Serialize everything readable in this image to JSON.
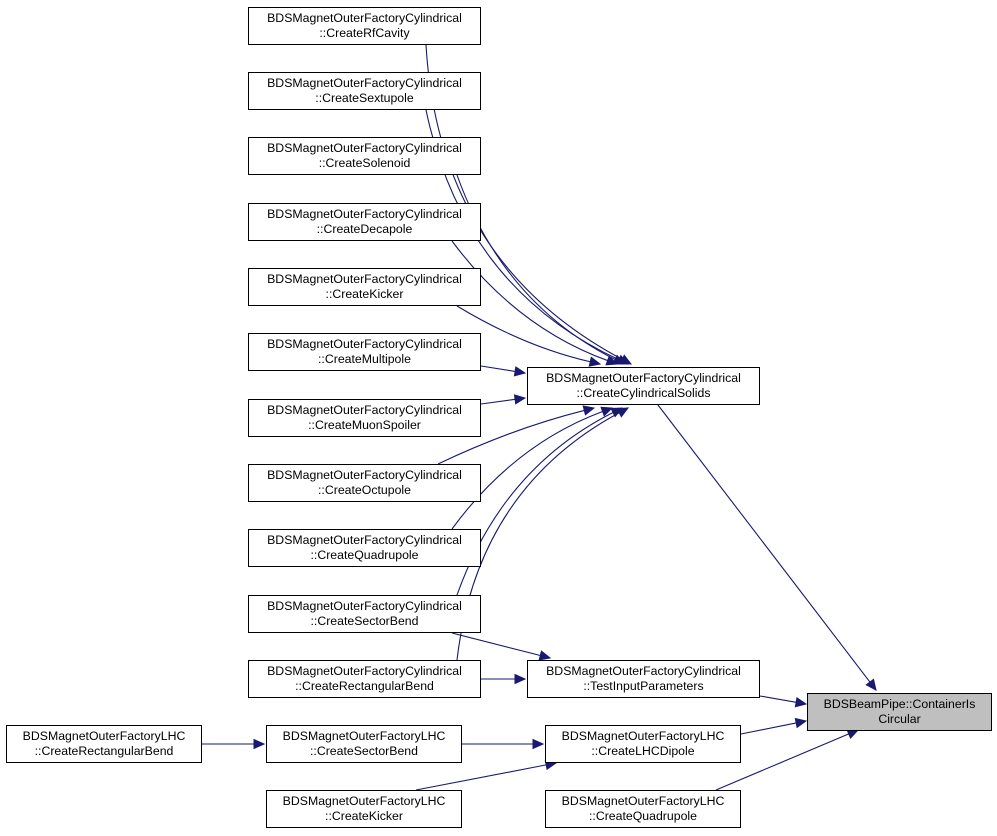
{
  "colors": {
    "edge": "#191970",
    "border": "#000000",
    "node_fill": "#ffffff",
    "root_fill": "#bfbfbf"
  },
  "nodes": {
    "root": {
      "line1": "BDSBeamPipe::ContainerIs",
      "line2": "Circular"
    },
    "cylSolids": {
      "line1": "BDSMagnetOuterFactoryCylindrical",
      "line2": "::CreateCylindricalSolids"
    },
    "testInput": {
      "line1": "BDSMagnetOuterFactoryCylindrical",
      "line2": "::TestInputParameters"
    },
    "rfCavity": {
      "line1": "BDSMagnetOuterFactoryCylindrical",
      "line2": "::CreateRfCavity"
    },
    "sextupole": {
      "line1": "BDSMagnetOuterFactoryCylindrical",
      "line2": "::CreateSextupole"
    },
    "solenoid": {
      "line1": "BDSMagnetOuterFactoryCylindrical",
      "line2": "::CreateSolenoid"
    },
    "decapole": {
      "line1": "BDSMagnetOuterFactoryCylindrical",
      "line2": "::CreateDecapole"
    },
    "kicker": {
      "line1": "BDSMagnetOuterFactoryCylindrical",
      "line2": "::CreateKicker"
    },
    "multipole": {
      "line1": "BDSMagnetOuterFactoryCylindrical",
      "line2": "::CreateMultipole"
    },
    "muonSpoiler": {
      "line1": "BDSMagnetOuterFactoryCylindrical",
      "line2": "::CreateMuonSpoiler"
    },
    "octupole": {
      "line1": "BDSMagnetOuterFactoryCylindrical",
      "line2": "::CreateOctupole"
    },
    "quadrupole": {
      "line1": "BDSMagnetOuterFactoryCylindrical",
      "line2": "::CreateQuadrupole"
    },
    "sectorBend": {
      "line1": "BDSMagnetOuterFactoryCylindrical",
      "line2": "::CreateSectorBend"
    },
    "rectBend": {
      "line1": "BDSMagnetOuterFactoryCylindrical",
      "line2": "::CreateRectangularBend"
    },
    "lhcDipole": {
      "line1": "BDSMagnetOuterFactoryLHC",
      "line2": "::CreateLHCDipole"
    },
    "lhcQuad": {
      "line1": "BDSMagnetOuterFactoryLHC",
      "line2": "::CreateQuadrupole"
    },
    "lhcSector": {
      "line1": "BDSMagnetOuterFactoryLHC",
      "line2": "::CreateSectorBend"
    },
    "lhcKicker": {
      "line1": "BDSMagnetOuterFactoryLHC",
      "line2": "::CreateKicker"
    },
    "lhcRect": {
      "line1": "BDSMagnetOuterFactoryLHC",
      "line2": "::CreateRectangularBend"
    }
  },
  "edges": [
    [
      "cylSolids",
      "root"
    ],
    [
      "testInput",
      "root"
    ],
    [
      "lhcDipole",
      "root"
    ],
    [
      "lhcQuad",
      "root"
    ],
    [
      "rfCavity",
      "cylSolids"
    ],
    [
      "sextupole",
      "cylSolids"
    ],
    [
      "solenoid",
      "cylSolids"
    ],
    [
      "decapole",
      "cylSolids"
    ],
    [
      "kicker",
      "cylSolids"
    ],
    [
      "multipole",
      "cylSolids"
    ],
    [
      "muonSpoiler",
      "cylSolids"
    ],
    [
      "octupole",
      "cylSolids"
    ],
    [
      "quadrupole",
      "cylSolids"
    ],
    [
      "sectorBend",
      "cylSolids"
    ],
    [
      "rectBend",
      "cylSolids"
    ],
    [
      "sectorBend",
      "testInput"
    ],
    [
      "rectBend",
      "testInput"
    ],
    [
      "lhcSector",
      "lhcDipole"
    ],
    [
      "lhcKicker",
      "lhcDipole"
    ],
    [
      "lhcRect",
      "lhcSector"
    ]
  ]
}
